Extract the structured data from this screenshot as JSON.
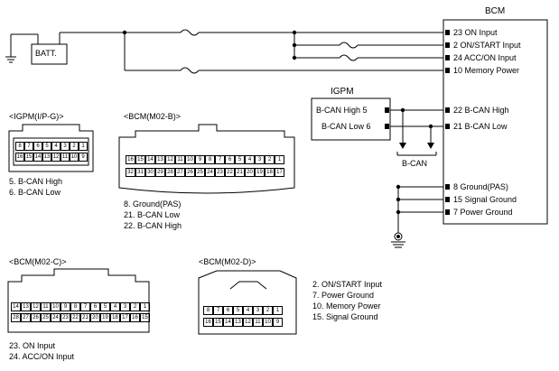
{
  "bcm": {
    "title": "BCM",
    "pins": [
      "23 ON Input",
      "2 ON/START Input",
      "24 ACC/ON Input",
      "10 Memory Power",
      "22 B-CAN High",
      "21 B-CAN Low",
      "8 Ground(PAS)",
      "15 Signal Ground",
      "7 Power Ground"
    ]
  },
  "batt": {
    "label": "BATT."
  },
  "igpm": {
    "title": "IGPM",
    "pins": [
      "B-CAN High 5",
      "B-CAN Low 6"
    ]
  },
  "bus_label": "B-CAN",
  "connectors": {
    "igpm_ipg": {
      "title": "<IGPM(I/P-G)>",
      "row1": [
        "8",
        "7",
        "6",
        "5",
        "4",
        "3",
        "2",
        "1"
      ],
      "row2": [
        "16",
        "15",
        "14",
        "13",
        "12",
        "11",
        "10",
        "9"
      ],
      "notes": [
        "5. B-CAN High",
        "6. B-CAN Low"
      ]
    },
    "bcm_m02b": {
      "title": "<BCM(M02-B)>",
      "row1": [
        "16",
        "15",
        "14",
        "13",
        "12",
        "11",
        "10",
        "9",
        "8",
        "7",
        "6",
        "5",
        "4",
        "3",
        "2",
        "1"
      ],
      "row2": [
        "32",
        "31",
        "30",
        "29",
        "28",
        "27",
        "26",
        "25",
        "24",
        "23",
        "22",
        "21",
        "20",
        "19",
        "18",
        "17"
      ],
      "notes": [
        "8. Ground(PAS)",
        "21. B-CAN Low",
        "22. B-CAN High"
      ]
    },
    "bcm_m02c": {
      "title": "<BCM(M02-C)>",
      "row1": [
        "14",
        "13",
        "12",
        "11",
        "10",
        "9",
        "8",
        "7",
        "6",
        "5",
        "4",
        "3",
        "2",
        "1"
      ],
      "row2": [
        "28",
        "27",
        "26",
        "25",
        "24",
        "23",
        "22",
        "21",
        "20",
        "19",
        "18",
        "17",
        "16",
        "15"
      ],
      "notes": [
        "23. ON Input",
        "24. ACC/ON Input"
      ]
    },
    "bcm_m02d": {
      "title": "<BCM(M02-D)>",
      "row1": [
        "8",
        "7",
        "6",
        "5",
        "4",
        "3",
        "2",
        "1"
      ],
      "row2": [
        "16",
        "15",
        "14",
        "13",
        "12",
        "11",
        "10",
        "9"
      ],
      "notes": [
        "2. ON/START Input",
        "7. Power Ground",
        "10. Memory Power",
        "15. Signal Ground"
      ]
    }
  }
}
